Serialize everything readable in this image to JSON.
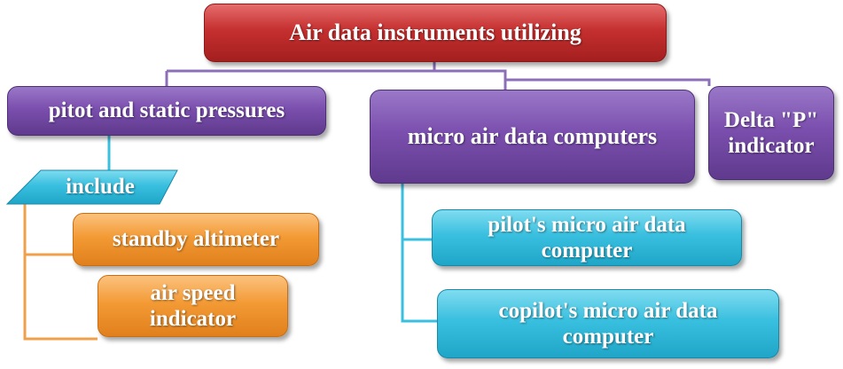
{
  "colors": {
    "root": "#c52f2f",
    "category": "#7b4fae",
    "item_orange": "#f39a35",
    "item_blue": "#39bfdf",
    "line_purple": "#8d6fb8",
    "line_orange": "#f0a04b",
    "line_blue": "#39bfdf"
  },
  "root": {
    "label": "Air data instruments utilizing"
  },
  "categories": [
    {
      "label": "pitot and static pressures"
    },
    {
      "label": "micro air data computers"
    },
    {
      "label": "Delta \"P\" indicator"
    }
  ],
  "include": {
    "label": "include"
  },
  "pitot_items": [
    {
      "label": "standby altimeter"
    },
    {
      "label": "air speed indicator"
    }
  ],
  "micro_items": [
    {
      "label": "pilot's micro air data computer"
    },
    {
      "label": "copilot's micro air data computer"
    }
  ]
}
